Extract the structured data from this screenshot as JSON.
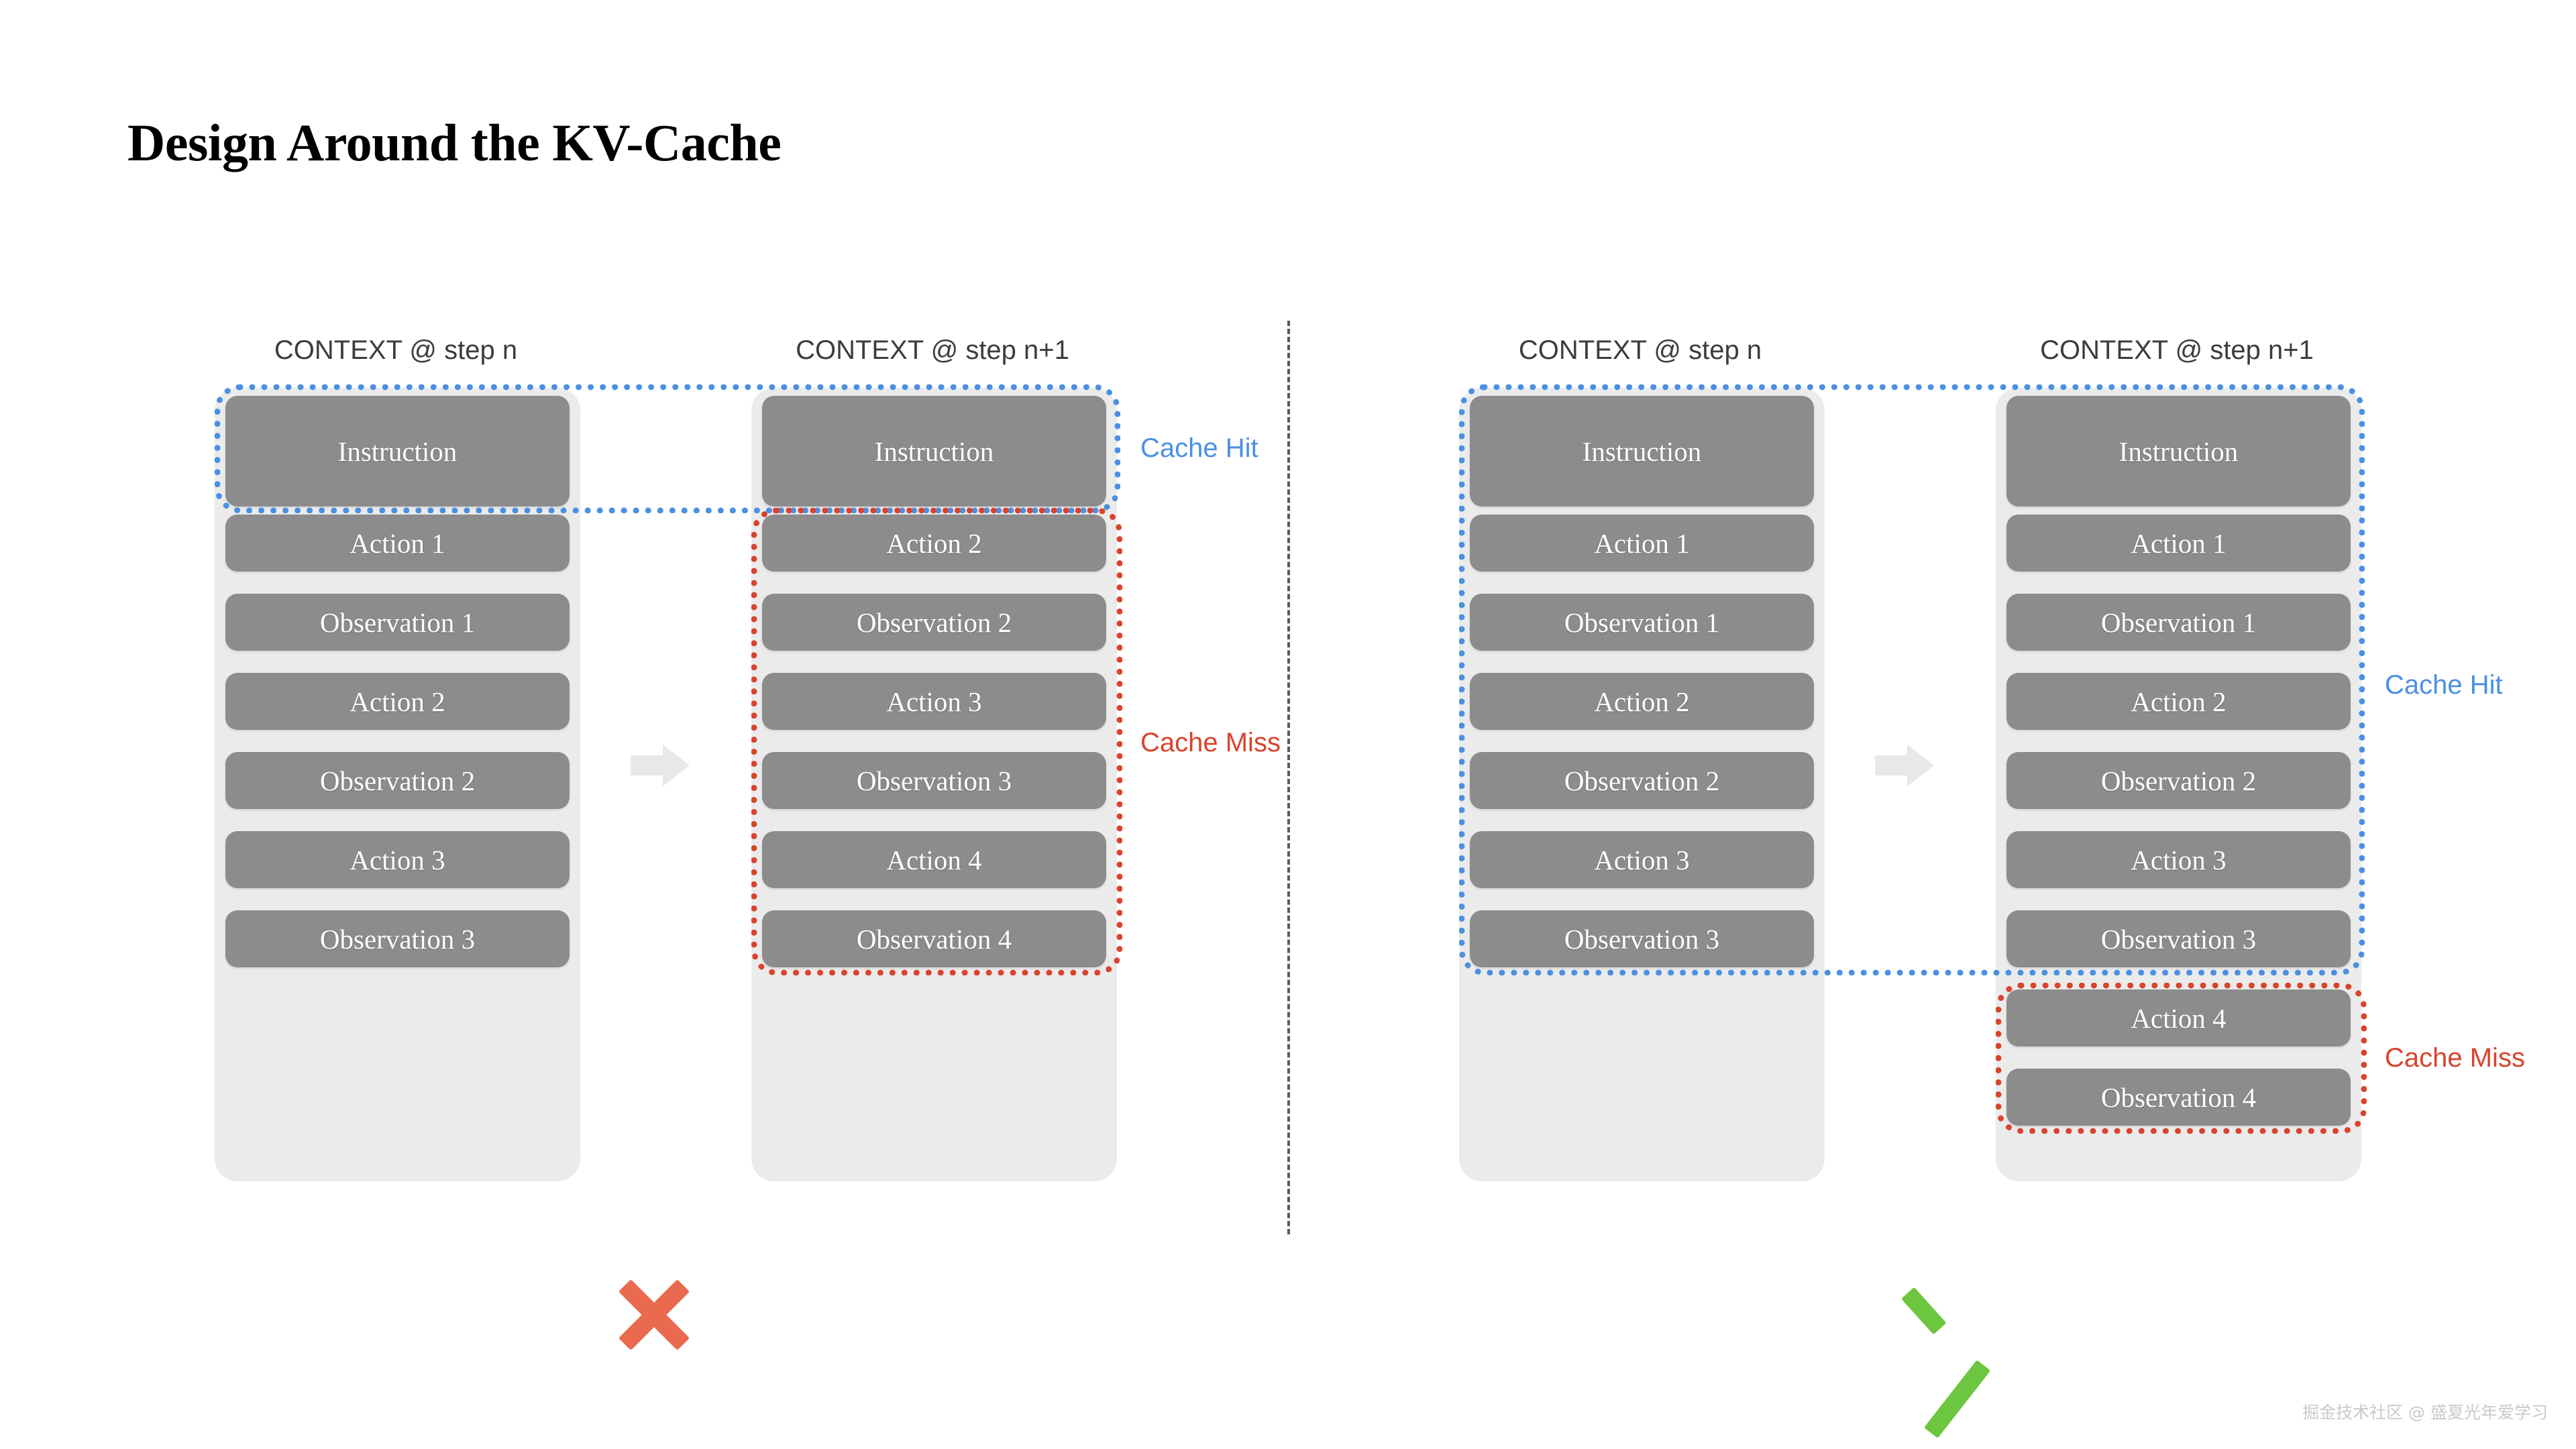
{
  "title": "Design Around the KV-Cache",
  "watermark": "掘金技术社区 @ 盛夏光年爱学习",
  "colors": {
    "cache_hit": "#4a90e2",
    "cache_miss": "#d9432c",
    "block_fill": "#8c8c8c",
    "container_fill": "#ebebeb",
    "arrow": "#e8e8e8",
    "cross": "#ea6a4f",
    "check": "#6dc63f",
    "divider": "#5a5a5a",
    "background": "#ffffff",
    "title_text": "#000000",
    "header_text": "#3c3c3c",
    "watermark_text": "#c9c9c9"
  },
  "labels": {
    "cache_hit": "Cache Hit",
    "cache_miss": "Cache Miss",
    "context_step_n": "CONTEXT @ step n",
    "context_step_n1": "CONTEXT @ step n+1"
  },
  "panels": [
    {
      "id": "bad",
      "verdict": "cross",
      "verdict_symbol": "✗",
      "columns": [
        {
          "id": "left-step-n",
          "header": "CONTEXT @ step n",
          "blocks": [
            "Instruction",
            "Action 1",
            "Observation 1",
            "Action 2",
            "Observation 2",
            "Action 3",
            "Observation 3"
          ]
        },
        {
          "id": "left-step-n1",
          "header": "CONTEXT @ step n+1",
          "blocks": [
            "Instruction",
            "Action 2",
            "Observation 2",
            "Action 3",
            "Observation 3",
            "Action 4",
            "Observation 4"
          ]
        }
      ],
      "regions": [
        {
          "kind": "hit",
          "label": "Cache Hit",
          "covers": "row 1 (Instruction) across both columns"
        },
        {
          "kind": "miss",
          "label": "Cache Miss",
          "covers": "rows 2-7 of step n+1 column"
        }
      ]
    },
    {
      "id": "good",
      "verdict": "check",
      "verdict_symbol": "✓",
      "columns": [
        {
          "id": "right-step-n",
          "header": "CONTEXT @ step n",
          "blocks": [
            "Instruction",
            "Action 1",
            "Observation 1",
            "Action 2",
            "Observation 2",
            "Action 3",
            "Observation 3"
          ]
        },
        {
          "id": "right-step-n1",
          "header": "CONTEXT @ step n+1",
          "blocks": [
            "Instruction",
            "Action 1",
            "Observation 1",
            "Action 2",
            "Observation 2",
            "Action 3",
            "Observation 3",
            "Action 4",
            "Observation 4"
          ]
        }
      ],
      "regions": [
        {
          "kind": "hit",
          "label": "Cache Hit",
          "covers": "rows 1-7 across both columns"
        },
        {
          "kind": "miss",
          "label": "Cache Miss",
          "covers": "rows 8-9 (Action 4, Observation 4) of step n+1 column"
        }
      ]
    }
  ]
}
